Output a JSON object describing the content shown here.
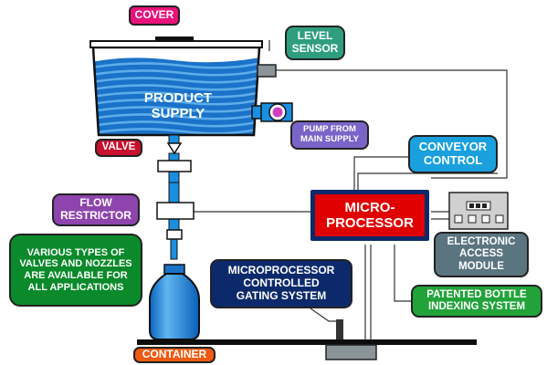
{
  "labels": {
    "cover": "COVER",
    "level_sensor": "LEVEL\nSENSOR",
    "product_supply": "PRODUCT\nSUPPLY",
    "pump": "PUMP FROM\nMAIN SUPPLY",
    "valve": "VALVE",
    "conveyor_control": "CONVEYOR\nCONTROL",
    "flow_restrictor": "FLOW\nRESTRICTOR",
    "microprocessor": "MICRO-\nPROCESSOR",
    "electronic_access_module": "ELECTRONIC\nACCESS\nMODULE",
    "valves_note": "VARIOUS TYPES OF\nVALVES AND NOZZLES\nARE AVAILABLE FOR\nALL APPLICATIONS",
    "gating_system": "MICROPROCESSOR\nCONTROLLED\nGATING SYSTEM",
    "patented_indexing": "PATENTED BOTTLE\nINDEXING SYSTEM",
    "container": "CONTAINER"
  },
  "colors": {
    "pink": "#e8117a",
    "teal": "#2e9e7f",
    "purple_light": "#7a64c8",
    "crimson": "#c8102e",
    "sky": "#1aa0dd",
    "purple": "#8e44ad",
    "red": "#e00000",
    "navy": "#0c2a6b",
    "slate": "#5b7580",
    "green": "#0a8a2a",
    "green_light": "#21a33a",
    "orange": "#f05a12",
    "water": "#1a72c9",
    "water_light": "#6ab8ee"
  }
}
